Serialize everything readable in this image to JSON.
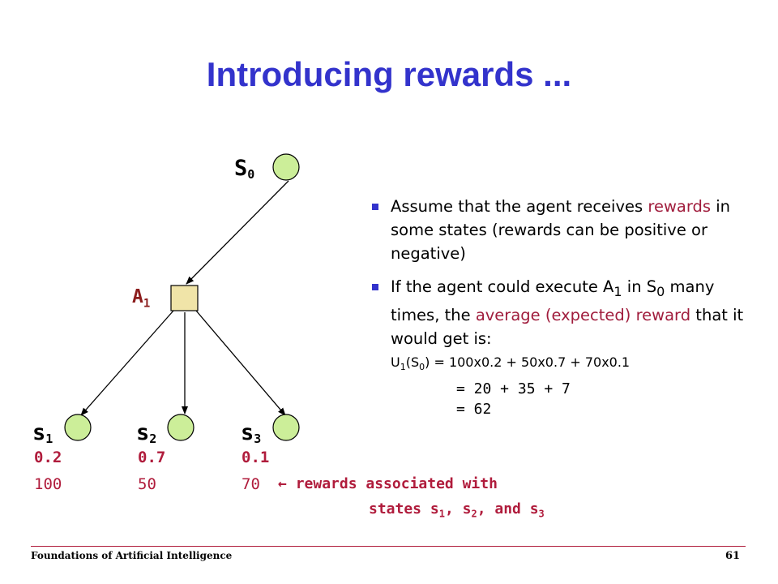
{
  "title": "Introducing rewards ...",
  "diagram": {
    "root": {
      "label": "S",
      "sub": "0"
    },
    "action": {
      "label": "A",
      "sub": "1"
    },
    "states": [
      {
        "label": "s",
        "sub": "1",
        "prob": "0.2",
        "reward": "100"
      },
      {
        "label": "s",
        "sub": "2",
        "prob": "0.7",
        "reward": "50"
      },
      {
        "label": "s",
        "sub": "3",
        "prob": "0.1",
        "reward": "70"
      }
    ],
    "annotation": {
      "arrow": "←",
      "line1": "rewards associated with",
      "line2_prefix": "states s",
      "sub1": "1",
      "sep1": ", s",
      "sub2": "2",
      "sep2": ", and s",
      "sub3": "3"
    },
    "colors": {
      "node_fill": "#ccee99",
      "action_fill": "#f0e4a8",
      "edge": "#000000"
    }
  },
  "bullets": [
    {
      "pre": "Assume that the agent receives ",
      "hl": "rewards",
      "post": " in some states (rewards can be positive or negative)"
    },
    {
      "pre": "If the agent could execute A",
      "sub_a": "1",
      "mid": " in S",
      "sub_s": "0",
      "pre2": " many times, the ",
      "hl": "average (expected) reward",
      "post": " that it would get is:",
      "formula": {
        "u": "U",
        "u_sub": "1",
        "paren_open": "(S",
        "s_sub": "0",
        "rest": ") = 100x0.2 + 50x0.7 + 70x0.1"
      },
      "eq1": "= 20 + 35 + 7",
      "eq2": "= 62"
    }
  ],
  "footer": {
    "text": "Foundations of Artificial Intelligence",
    "page": "61"
  },
  "palette": {
    "title": "#3333cc",
    "accent": "#b01c3c",
    "bullet": "#3333cc"
  }
}
